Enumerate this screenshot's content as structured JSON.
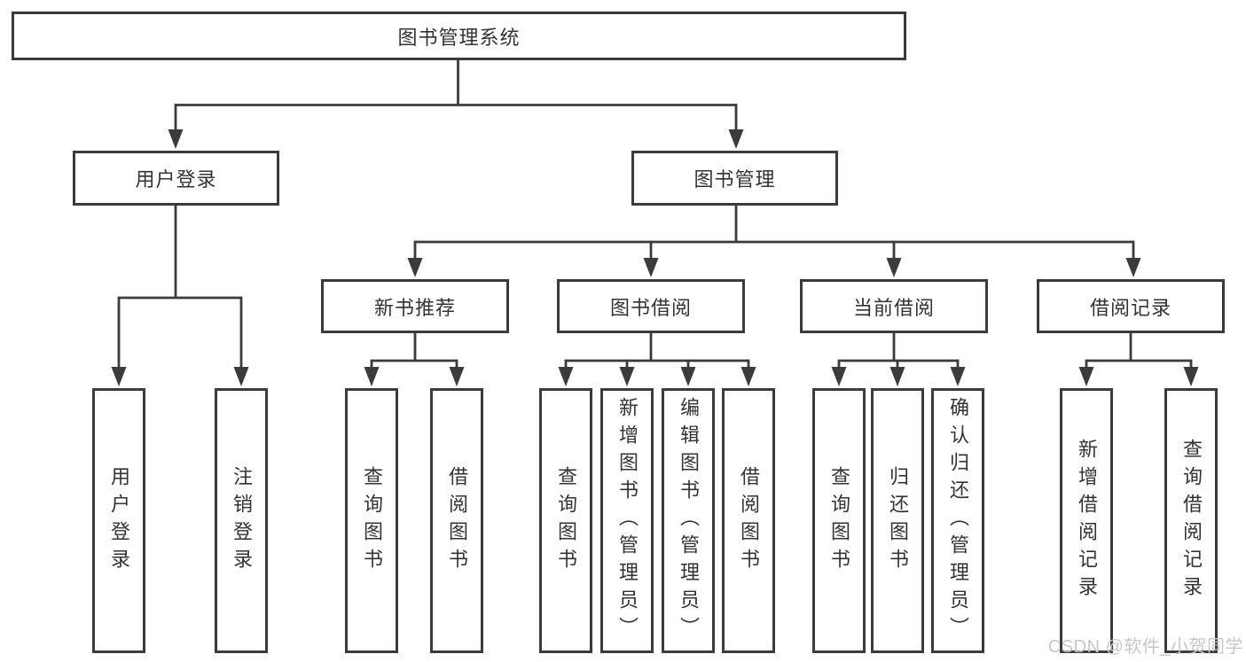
{
  "tree": {
    "label": "图书管理系统",
    "children": [
      {
        "label": "用户登录",
        "children": [
          {
            "label": "用户登录"
          },
          {
            "label": "注销登录"
          }
        ]
      },
      {
        "label": "图书管理",
        "children": [
          {
            "label": "新书推荐",
            "children": [
              {
                "label": "查询图书"
              },
              {
                "label": "借阅图书"
              }
            ]
          },
          {
            "label": "图书借阅",
            "children": [
              {
                "label": "查询图书"
              },
              {
                "label": "新增图书（管理员）"
              },
              {
                "label": "编辑图书（管理员）"
              },
              {
                "label": "借阅图书"
              }
            ]
          },
          {
            "label": "当前借阅",
            "children": [
              {
                "label": "查询图书"
              },
              {
                "label": "归还图书"
              },
              {
                "label": "确认归还（管理员）"
              }
            ]
          },
          {
            "label": "借阅记录",
            "children": [
              {
                "label": "新增借阅记录"
              },
              {
                "label": "查询借阅记录"
              }
            ]
          }
        ]
      }
    ]
  },
  "watermark": {
    "text": "CSDN @软件_小贺同学"
  },
  "colors": {
    "line": "#3b3b3b",
    "text": "#333333",
    "background": "#ffffff",
    "watermark": "#c7c7c7"
  }
}
